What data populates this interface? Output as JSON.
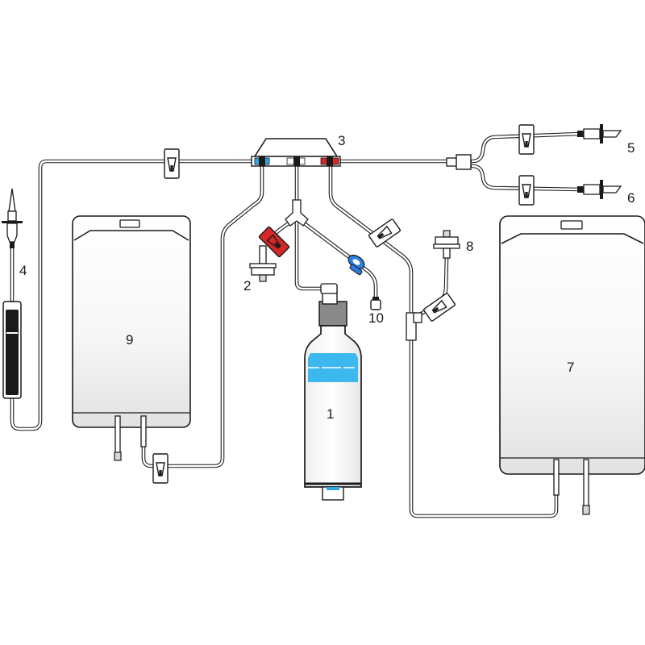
{
  "labels": {
    "bottle": "1",
    "filter_left": "2",
    "manifold": "3",
    "spike_left": "4",
    "spike_right_top": "5",
    "spike_right_bottom": "6",
    "bag_right": "7",
    "filter_right": "8",
    "bag_left": "9",
    "port": "10"
  },
  "colors": {
    "red_clamp": "#d42828",
    "blue_clip": "#2a7de1",
    "cyan_port": "#2aa9e0",
    "bottle_liquid": "#3cb8ee"
  }
}
